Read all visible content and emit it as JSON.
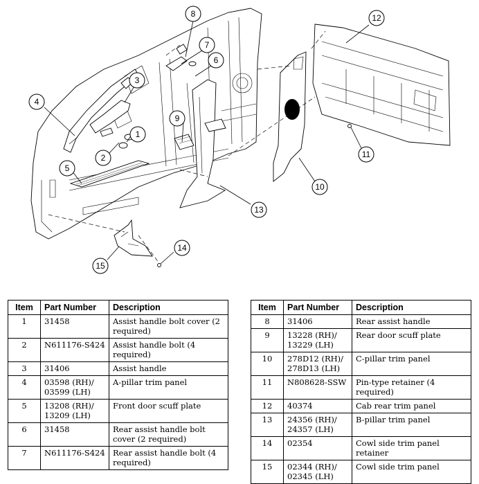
{
  "diagram": {
    "callouts": [
      "1",
      "2",
      "3",
      "4",
      "5",
      "6",
      "7",
      "8",
      "9",
      "10",
      "11",
      "12",
      "13",
      "14",
      "15"
    ]
  },
  "table": {
    "headers": {
      "item": "Item",
      "part_number": "Part Number",
      "description": "Description"
    },
    "left_rows": [
      {
        "item": "1",
        "part": "31458",
        "desc": "Assist handle bolt cover (2 required)"
      },
      {
        "item": "2",
        "part": "N611176-S424",
        "desc": "Assist handle bolt (4 required)"
      },
      {
        "item": "3",
        "part": "31406",
        "desc": "Assist handle"
      },
      {
        "item": "4",
        "part": "03598 (RH)/ 03599 (LH)",
        "desc": "A-pillar trim panel"
      },
      {
        "item": "5",
        "part": "13208 (RH)/ 13209 (LH)",
        "desc": "Front door scuff plate"
      },
      {
        "item": "6",
        "part": "31458",
        "desc": "Rear assist handle bolt cover (2 required)"
      },
      {
        "item": "7",
        "part": "N611176-S424",
        "desc": "Rear assist handle bolt (4 required)"
      }
    ],
    "right_rows": [
      {
        "item": "8",
        "part": "31406",
        "desc": "Rear assist handle"
      },
      {
        "item": "9",
        "part": "13228 (RH)/ 13229 (LH)",
        "desc": "Rear door scuff plate"
      },
      {
        "item": "10",
        "part": "278D12 (RH)/ 278D13 (LH)",
        "desc": "C-pillar trim panel"
      },
      {
        "item": "11",
        "part": "N808628-SSW",
        "desc": "Pin-type retainer (4 required)"
      },
      {
        "item": "12",
        "part": "40374",
        "desc": "Cab rear trim panel"
      },
      {
        "item": "13",
        "part": "24356 (RH)/ 24357 (LH)",
        "desc": "B-pillar trim panel"
      },
      {
        "item": "14",
        "part": "02354",
        "desc": "Cowl side trim panel retainer"
      },
      {
        "item": "15",
        "part": "02344 (RH)/ 02345 (LH)",
        "desc": "Cowl side trim panel"
      }
    ]
  }
}
